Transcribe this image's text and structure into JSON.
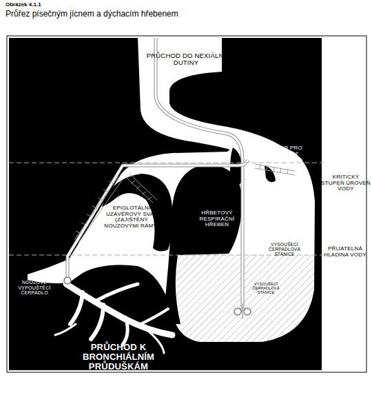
{
  "diagram": {
    "title": "Obrázek 4.1.1",
    "caption": "Průřez písečným jícnem a dýchacím hřebenem",
    "labels": [
      "PRŮCHOD DO NEXIÁLNÍ DUTINY",
      "OTVOR PRO VLHKOST (ZADRŽENÝ)",
      "KRITICKÝ STUPEŇ ÚROVEŇ VODY",
      "PŘIJATELNÁ HLADINA VODY",
      "EPIGLOTÁLNÍ UZÁVĚROVÝ SVAL (ZAJIŠTĚNÝ NOUZOVÝMI RÁMY)",
      "HŘBETOVÝ RESPIRAČNÍ HŘEBEN",
      "VYSOUŠECÍ ČERPADLOVÁ STANICE",
      "VYSOUŠECÍ ČERPADLOVÁ STANICE",
      "NOUZOVÉ VYPOUŠTĚCÍ ČERPADLO",
      "PRŮCHOD K BRONCHIÁLNÍM PRŮDUŠKÁM"
    ]
  }
}
